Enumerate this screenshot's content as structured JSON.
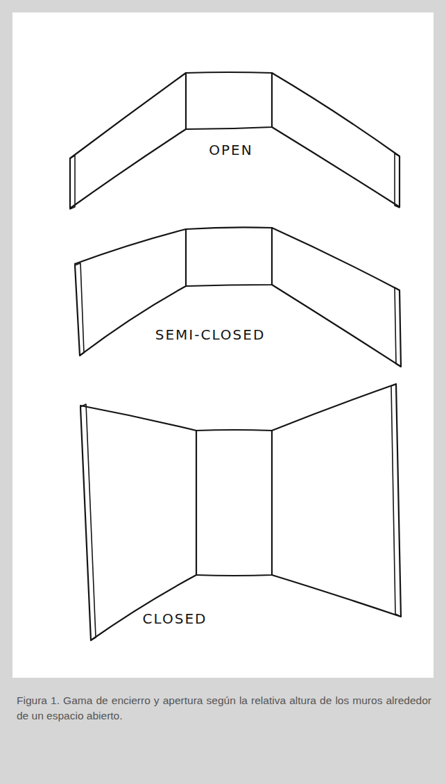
{
  "diagram": {
    "caption": "Figura 1. Gama de encierro y apertura según la relativa altura de los muros alrededor de un espacio abierto.",
    "labels": [
      "OPEN",
      "SEMI-CLOSED",
      "CLOSED"
    ]
  }
}
